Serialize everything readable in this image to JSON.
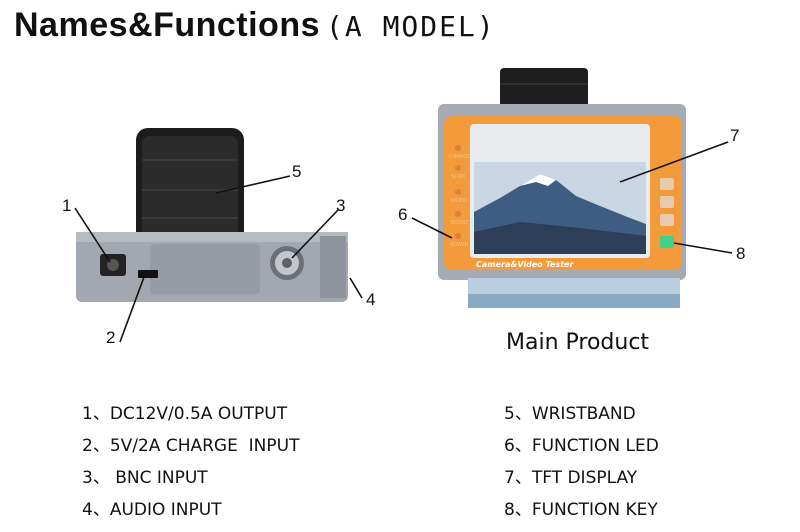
{
  "title": {
    "main": "Names&Functions",
    "model": "(A MODEL)"
  },
  "callouts": {
    "c1": "1",
    "c2": "2",
    "c3": "3",
    "c4": "4",
    "c5": "5",
    "c6": "6",
    "c7": "7",
    "c8": "8"
  },
  "caption": "Main Product",
  "device": {
    "brand": "Camera&Video Tester",
    "leds": [
      "CHARGE",
      "SCAN",
      "VIDEO",
      "BOOST",
      "POWER"
    ]
  },
  "features_left": [
    "1、DC12V/0.5A OUTPUT",
    "2、5V/2A CHARGE  INPUT",
    "3、 BNC INPUT",
    "4、AUDIO INPUT"
  ],
  "features_right": [
    "5、WRISTBAND",
    "6、FUNCTION LED",
    "7、TFT DISPLAY",
    "8、FUNCTION KEY"
  ],
  "colors": {
    "orange": "#f39a3a",
    "gray": "#a4a9b2",
    "strap": "#202020"
  }
}
